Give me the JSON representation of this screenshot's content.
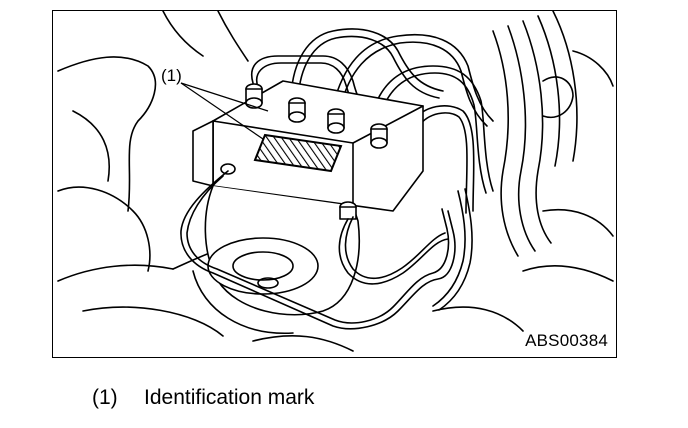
{
  "figure": {
    "code": "ABS00384",
    "callout_label": "(1)"
  },
  "legend": {
    "items": [
      {
        "number": "(1)",
        "text": "Identification mark"
      }
    ]
  }
}
